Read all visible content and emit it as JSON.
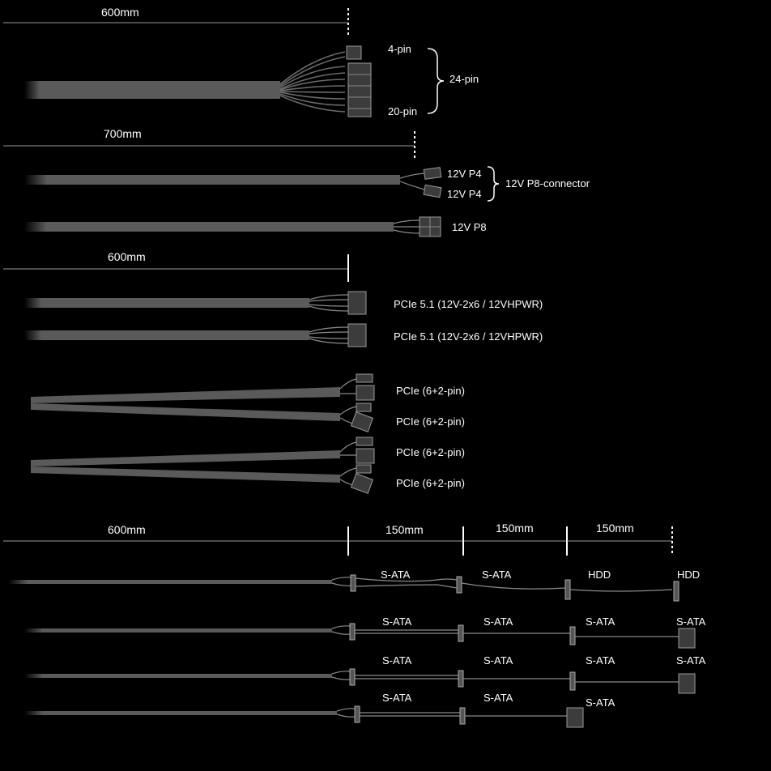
{
  "dimensions": {
    "atx": "600mm",
    "cpu": "700mm",
    "pcie": "600mm",
    "sata_main": "600mm",
    "sata_seg1": "150mm",
    "sata_seg2": "150mm",
    "sata_seg3": "150mm"
  },
  "atx": {
    "pin4": "4-pin",
    "pin20": "20-pin",
    "total": "24-pin"
  },
  "cpu": {
    "p4_a": "12V P4",
    "p4_b": "12V P4",
    "group": "12V P8-connector",
    "p8": "12V P8"
  },
  "pcie5": [
    "PCIe 5.1 (12V-2x6 / 12VHPWR)",
    "PCIe 5.1 (12V-2x6 / 12VHPWR)"
  ],
  "pcie62": [
    "PCIe (6+2-pin)",
    "PCIe (6+2-pin)",
    "PCIe (6+2-pin)",
    "PCIe (6+2-pin)"
  ],
  "sata": {
    "row1": [
      "S-ATA",
      "S-ATA",
      "HDD",
      "HDD"
    ],
    "row2": [
      "S-ATA",
      "S-ATA",
      "S-ATA",
      "S-ATA"
    ],
    "row3": [
      "S-ATA",
      "S-ATA",
      "S-ATA",
      "S-ATA"
    ],
    "row4": [
      "S-ATA",
      "S-ATA",
      "S-ATA"
    ]
  },
  "colors": {
    "background": "#000000",
    "cable": "#5a5a5a",
    "text": "#ffffff"
  }
}
